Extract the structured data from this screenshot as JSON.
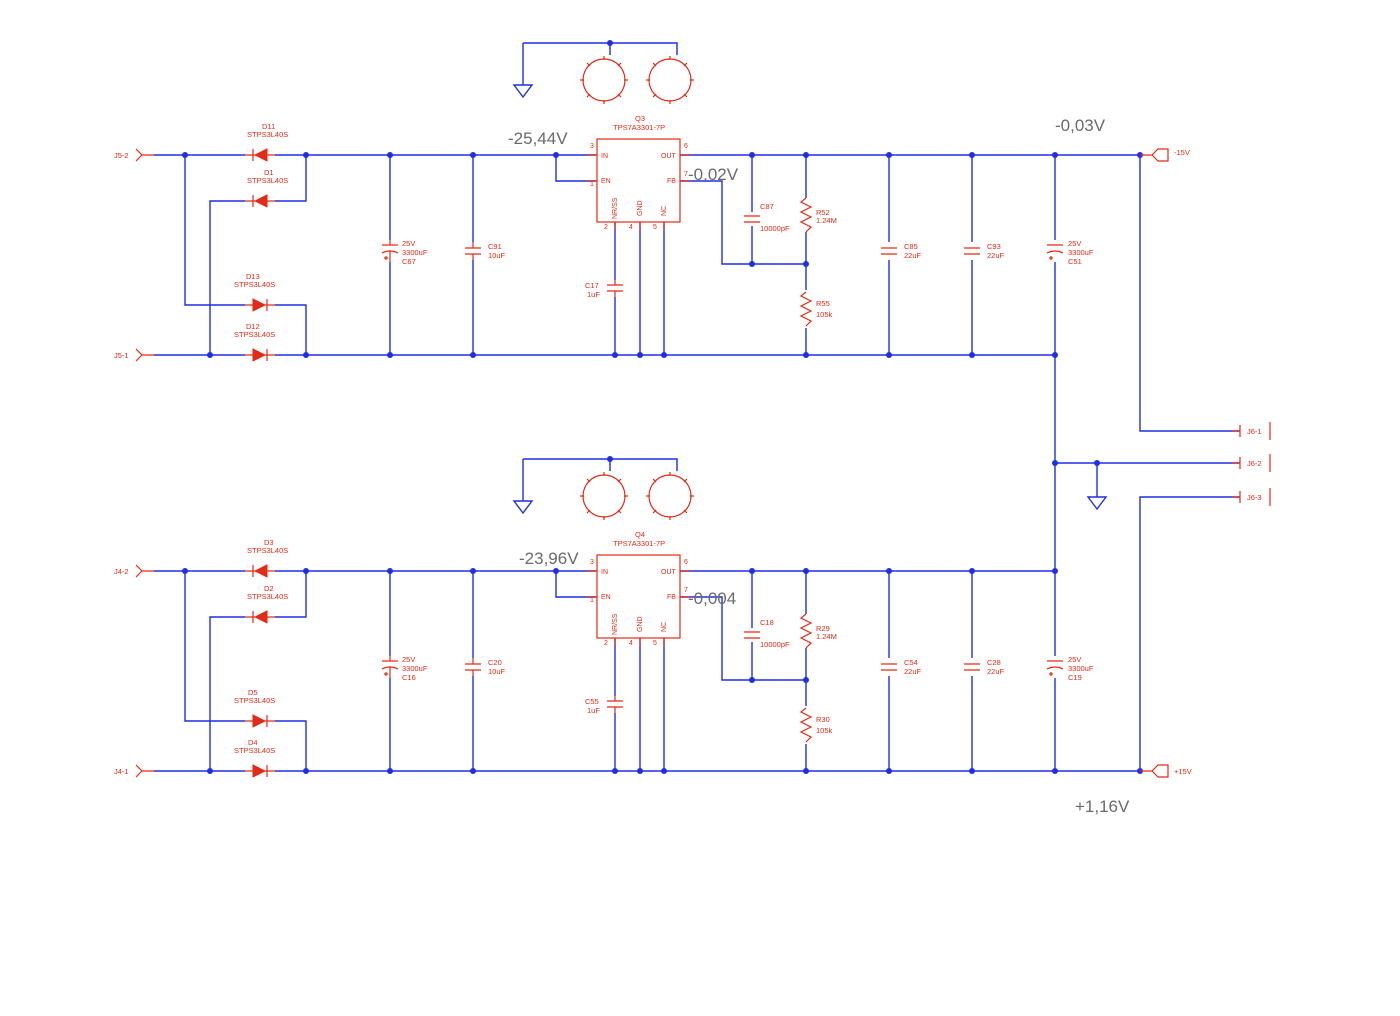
{
  "colors": {
    "wire": "#1f2fe6",
    "component": "#e32a16",
    "measurement": "#6a6a6a"
  },
  "blocks": [
    {
      "in_ports": [
        "J5-2",
        "J5-1"
      ],
      "diodes": [
        {
          "ref": "D11",
          "value": "STPS3L40S"
        },
        {
          "ref": "D1",
          "value": "STPS3L40S"
        },
        {
          "ref": "D13",
          "value": "STPS3L40S"
        },
        {
          "ref": "D12",
          "value": "STPS3L40S"
        }
      ],
      "cin_bulk": {
        "ref": "C67",
        "value": "3300uF",
        "rating": "25V"
      },
      "cin": {
        "ref": "C91",
        "value": "10uF"
      },
      "regulator": {
        "ref": "Q3",
        "part": "TPS7A3301-7P",
        "pins": {
          "in": "IN",
          "en": "EN",
          "out": "OUT",
          "fb": "FB",
          "nrss": "NR/SS",
          "gnd": "GND",
          "nc": "NC"
        },
        "pin_numbers": {
          "in": "3",
          "en": "1",
          "out": "6",
          "fb": "7",
          "nrss": "2",
          "gnd": "4",
          "nc": "5"
        }
      },
      "cnr": {
        "ref": "C17",
        "value": "1uF"
      },
      "cff": {
        "ref": "C87",
        "value": "10000pF"
      },
      "r_top": {
        "ref": "R52",
        "value": "1.24M"
      },
      "r_bot": {
        "ref": "R55",
        "value": "105k"
      },
      "cout1": {
        "ref": "C85",
        "value": "22uF"
      },
      "cout2": {
        "ref": "C93",
        "value": "22uF"
      },
      "cout_bulk": {
        "ref": "C51",
        "value": "3300uF",
        "rating": "25V"
      },
      "rail_label": "-15V",
      "measurements": {
        "input": "-25,44V",
        "fb": "-0,02V",
        "rail": "-0,03V"
      }
    },
    {
      "in_ports": [
        "J4-2",
        "J4-1"
      ],
      "diodes": [
        {
          "ref": "D3",
          "value": "STPS3L40S"
        },
        {
          "ref": "D2",
          "value": "STPS3L40S"
        },
        {
          "ref": "D5",
          "value": "STPS3L40S"
        },
        {
          "ref": "D4",
          "value": "STPS3L40S"
        }
      ],
      "cin_bulk": {
        "ref": "C16",
        "value": "3300uF",
        "rating": "25V"
      },
      "cin": {
        "ref": "C20",
        "value": "10uF"
      },
      "regulator": {
        "ref": "Q4",
        "part": "TPS7A3301-7P",
        "pins": {
          "in": "IN",
          "en": "EN",
          "out": "OUT",
          "fb": "FB",
          "nrss": "NR/SS",
          "gnd": "GND",
          "nc": "NC"
        },
        "pin_numbers": {
          "in": "3",
          "en": "1",
          "out": "6",
          "fb": "7",
          "nrss": "2",
          "gnd": "4",
          "nc": "5"
        }
      },
      "cnr": {
        "ref": "C55",
        "value": "1uF"
      },
      "cff": {
        "ref": "C18",
        "value": "10000pF"
      },
      "r_top": {
        "ref": "R29",
        "value": "1.24M"
      },
      "r_bot": {
        "ref": "R30",
        "value": "105k"
      },
      "cout1": {
        "ref": "C54",
        "value": "22uF"
      },
      "cout2": {
        "ref": "C28",
        "value": "22uF"
      },
      "cout_bulk": {
        "ref": "C19",
        "value": "3300uF",
        "rating": "25V"
      },
      "rail_label": "+15V",
      "measurements": {
        "input": "-23,96V",
        "fb": "-0,004",
        "rail": "+1,16V"
      }
    }
  ],
  "output_connector": {
    "pins": [
      "J6-1",
      "J6-2",
      "J6-3"
    ]
  }
}
